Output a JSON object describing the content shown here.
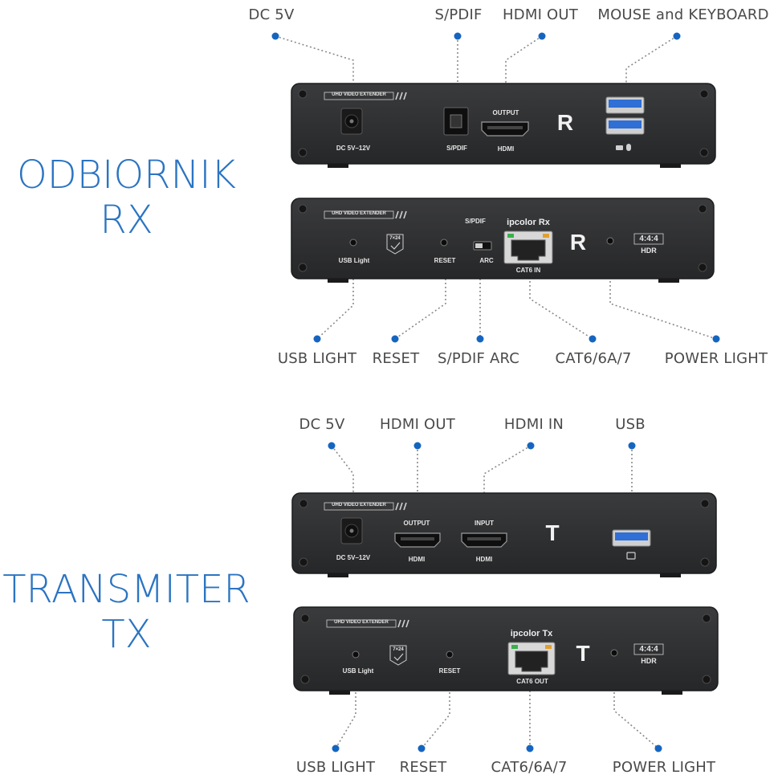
{
  "rx_section": {
    "title_line1": "ODBIORNIK",
    "title_line2": "RX",
    "back_panel": {
      "callouts": [
        "DC 5V",
        "S/PDIF",
        "HDMI OUT",
        "MOUSE and KEYBOARD"
      ],
      "device_texts": {
        "badge": "UHD VIDEO EXTENDER",
        "dc": "DC 5V–12V",
        "spdif": "S/PDIF",
        "output": "OUTPUT",
        "hdmi": "HDMI",
        "letter": "R"
      }
    },
    "front_panel": {
      "callouts": [
        "USB LIGHT",
        "RESET",
        "S/PDIF ARC",
        "CAT6/6A/7",
        "POWER LIGHT"
      ],
      "device_texts": {
        "badge": "UHD VIDEO EXTENDER",
        "usb_light": "USB Light",
        "reset": "RESET",
        "spdif": "S/PDIF",
        "arc": "ARC",
        "brand": "ipcolor  Rx",
        "cat6": "CAT6   IN",
        "letter": "R",
        "badge_724": "7×24",
        "chroma": "4:4:4",
        "hdr": "HDR"
      }
    }
  },
  "tx_section": {
    "title_line1": "TRANSMITER",
    "title_line2": "TX",
    "back_panel": {
      "callouts": [
        "DC 5V",
        "HDMI OUT",
        "HDMI IN",
        "USB"
      ],
      "device_texts": {
        "badge": "UHD VIDEO EXTENDER",
        "dc": "DC 5V–12V",
        "output": "OUTPUT",
        "hdmi_out": "HDMI",
        "input": "INPUT",
        "hdmi_in": "HDMI",
        "letter": "T"
      }
    },
    "front_panel": {
      "callouts": [
        "USB LIGHT",
        "RESET",
        "CAT6/6A/7",
        "POWER LIGHT"
      ],
      "device_texts": {
        "badge": "UHD VIDEO EXTENDER",
        "usb_light": "USB Light",
        "reset": "RESET",
        "brand": "ipcolor  Tx",
        "cat6": "CAT6   OUT",
        "letter": "T",
        "badge_724": "7×24",
        "chroma": "4:4:4",
        "hdr": "HDR"
      }
    }
  },
  "colors": {
    "accent": "#2b74c2",
    "dot": "#1565c0",
    "leader": "#8a8a8a",
    "device": "#2e2f31",
    "device_edge": "#1c1d1e",
    "usb_blue": "#2f6fd6"
  }
}
